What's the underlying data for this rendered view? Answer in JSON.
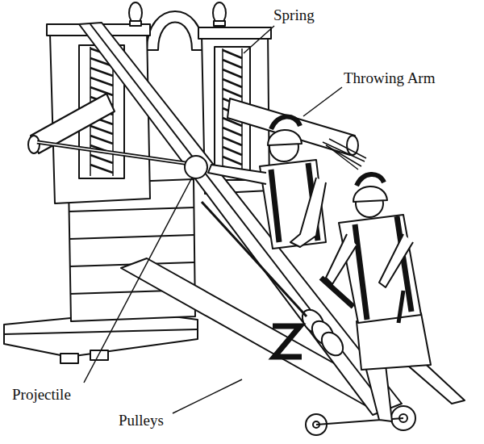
{
  "diagram": {
    "labels": [
      "Spring",
      "Throwing Arm",
      "Projectile",
      "Pulleys"
    ]
  }
}
